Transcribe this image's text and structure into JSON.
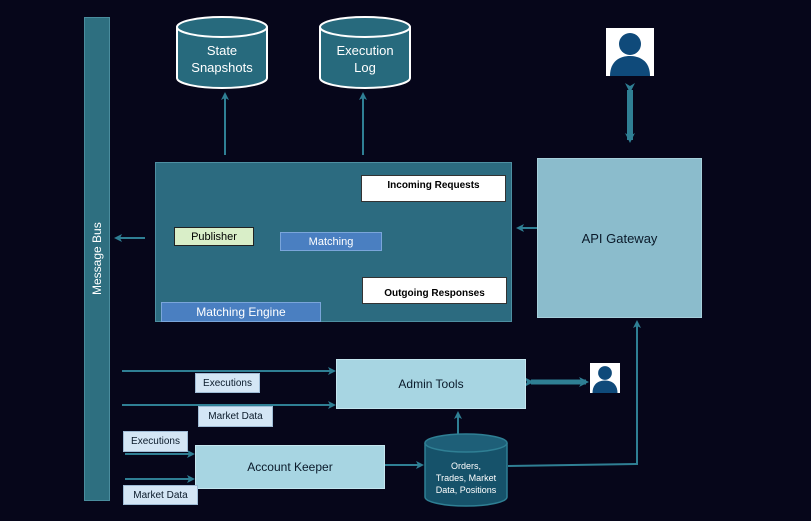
{
  "message_bus": {
    "label": "Message Bus"
  },
  "databases": {
    "state_snapshots": [
      "State",
      "Snapshots"
    ],
    "execution_log": [
      "Execution",
      "Log"
    ],
    "orders": [
      "Orders,",
      "Trades, Market",
      "Data, Positions"
    ]
  },
  "matching_engine": {
    "label": "Matching Engine",
    "publisher": "Publisher",
    "matching": "Matching",
    "incoming": "Incoming Requests",
    "outgoing": "Outgoing Responses"
  },
  "api_gateway": {
    "label": "API Gateway"
  },
  "admin_tools": {
    "label": "Admin Tools"
  },
  "account_keeper": {
    "label": "Account Keeper"
  },
  "tags": {
    "executions_1": "Executions",
    "market_data_1": "Market Data",
    "executions_2": "Executions",
    "market_data_2": "Market Data"
  },
  "colors": {
    "background": "#06061a",
    "arrow": "#2f7f94",
    "engine": "#2c6b80",
    "gateway": "#8bbccc",
    "light_box": "#a7d5e2",
    "user_icon": "#0f4a7a"
  },
  "icons": [
    "user-icon-top",
    "user-icon-admin"
  ]
}
